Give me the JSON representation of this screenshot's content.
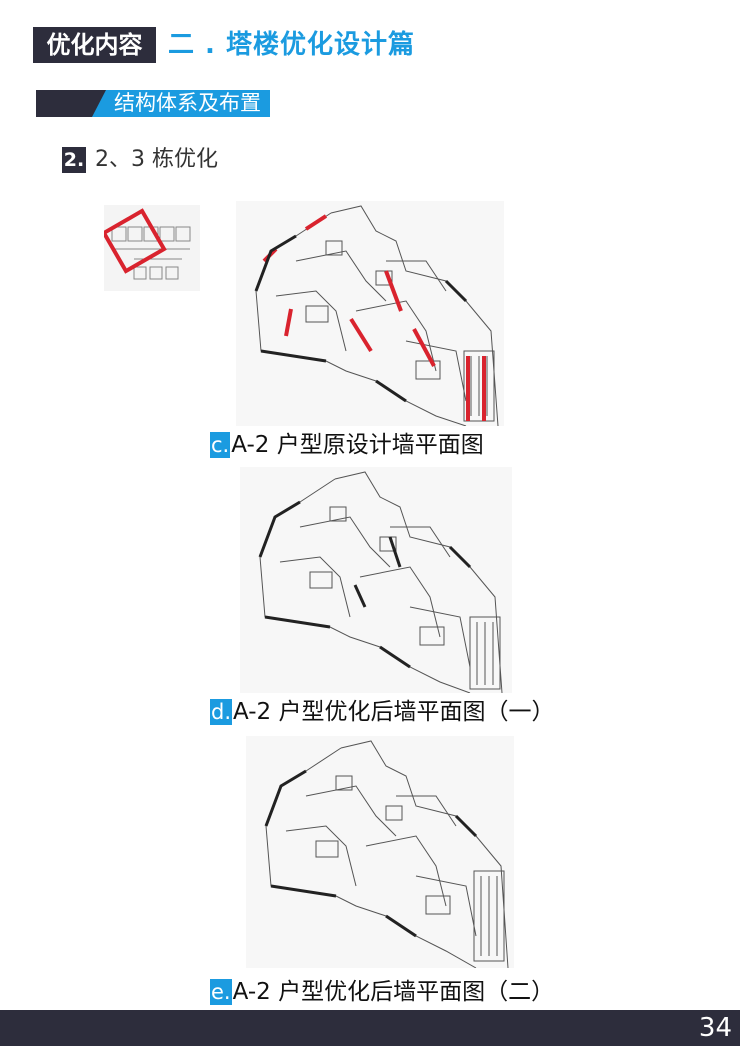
{
  "header": {
    "category": "优化内容",
    "title": "二 . 塔楼优化设计篇"
  },
  "section": {
    "label": "结构体系及布置"
  },
  "subsection": {
    "number": "2.",
    "title": "2、3 栋优化"
  },
  "figures": [
    {
      "letter": "c.",
      "caption": "A-2 户型原设计墙平面图"
    },
    {
      "letter": "d.",
      "caption": "A-2 户型优化后墙平面图（一）"
    },
    {
      "letter": "e.",
      "caption": "A-2 户型优化后墙平面图（二）"
    }
  ],
  "colors": {
    "accent": "#1b9be0",
    "dark": "#2d2d3c",
    "highlight_wall": "#d9232e"
  },
  "footer": {
    "page_number": "34"
  }
}
